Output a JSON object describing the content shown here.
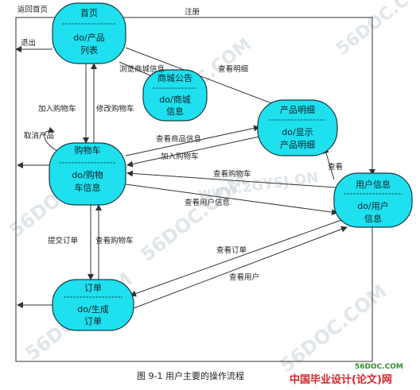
{
  "nodes": {
    "home": {
      "title": "首页",
      "lines": [
        "do/产品",
        "列表"
      ]
    },
    "notice": {
      "title": "商城公告",
      "lines": [
        "do/商城",
        "信息"
      ]
    },
    "detail": {
      "title": "产品明细",
      "lines": [
        "do/显示",
        "产品明细"
      ]
    },
    "cart": {
      "title": "购物车",
      "lines": [
        "do/购物",
        "车信息"
      ]
    },
    "user": {
      "title": "用户信息",
      "lines": [
        "do/用户",
        "信息"
      ]
    },
    "order": {
      "title": "订单",
      "lines": [
        "do/生成",
        "订单"
      ]
    }
  },
  "edges": {
    "return_home": "返回首页",
    "logout": "退出",
    "register": "注册",
    "browse_notice": "浏览商城信息",
    "view_detail_home": "查看明细",
    "add_cart_home": "加入购物车",
    "modify_cart": "修改购物车",
    "cancel_product": "取消产品",
    "view_product_info": "查看商品信息",
    "add_cart_detail": "加入购物车",
    "view_cart_user": "查看购物车",
    "view_user": "查看用户信息",
    "view_detail_user": "查看",
    "submit_order": "提交订单",
    "view_cart_order": "查看购物车",
    "view_order": "查看订单",
    "view_user_order": "查看用户"
  },
  "watermarks": [
    "56DOC.COM",
    "56DOC.COM",
    "56DOC.COM",
    "56DOC.COM",
    "56DOC.COM",
    "56DOC.COM",
    "www.2GYSJ.ON"
  ],
  "caption": "图 9-1   用户主要的操作流程",
  "brand_site": "56DOC.COM",
  "brand": "中国毕业设计(论文)网",
  "colors": {
    "node_fill": "#1ee0ee",
    "node_stroke": "#1a3a44",
    "arrow": "#333333"
  }
}
